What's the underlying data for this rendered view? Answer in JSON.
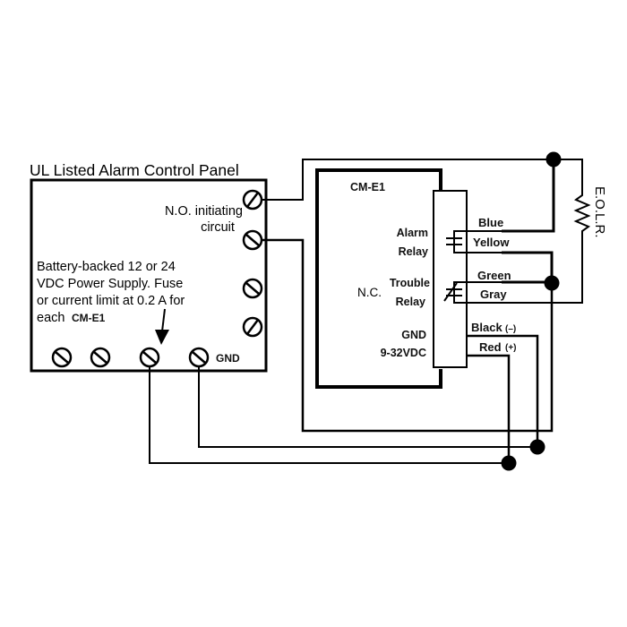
{
  "panel": {
    "title": "UL Listed Alarm Control Panel",
    "no_circuit_label_line1": "N.O. initiating",
    "no_circuit_label_line2": "circuit",
    "power_note_line1": "Battery-backed 12 or 24",
    "power_note_line2": "VDC Power Supply. Fuse",
    "power_note_line3": "or current limit at 0.2 A for",
    "power_note_line4_prefix": "each",
    "power_note_line4_model": "CM-E1",
    "gnd_label": "GND"
  },
  "module": {
    "name": "CM-E1",
    "alarm_relay_line1": "Alarm",
    "alarm_relay_line2": "Relay",
    "trouble_prefix": "N.C.",
    "trouble_relay_line1": "Trouble",
    "trouble_relay_line2": "Relay",
    "gnd_label": "GND",
    "supply_label": "9-32VDC"
  },
  "wires": {
    "blue": "Blue",
    "yellow": "Yellow",
    "green": "Green",
    "gray": "Gray",
    "black": "Black",
    "black_polarity": "(–)",
    "red": "Red",
    "red_polarity": "(+)"
  },
  "resistor": {
    "label": "E.O.L.R."
  },
  "colors": {
    "line": "#000000",
    "background": "#ffffff"
  }
}
